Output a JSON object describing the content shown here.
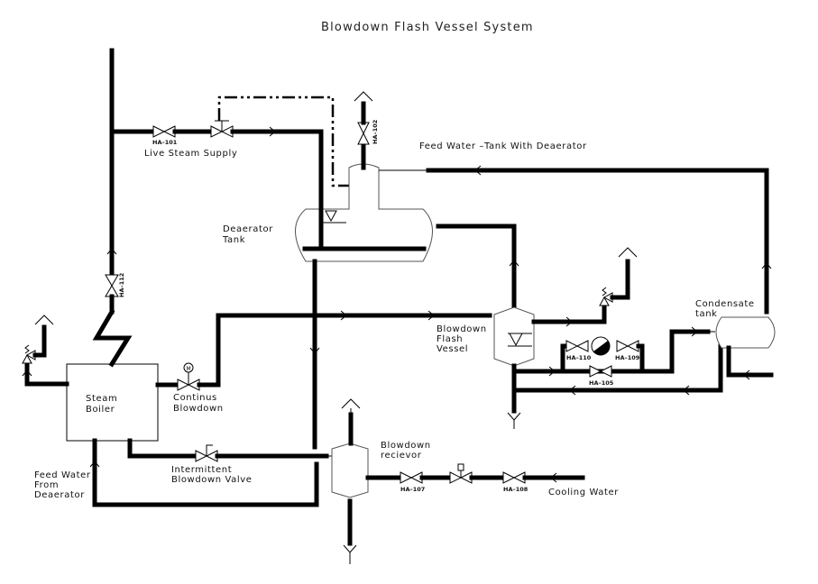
{
  "title": "Blowdown Flash Vessel System",
  "labels": {
    "live_steam_supply": "Live Steam Supply",
    "feed_water_tank": "Feed Water –Tank With Deaerator",
    "deaerator_tank_1": "Deaerator",
    "deaerator_tank_2": "Tank",
    "steam_boiler_1": "Steam",
    "steam_boiler_2": "Boiler",
    "continus_blowdown_1": "Continus",
    "continus_blowdown_2": "Blowdown",
    "blowdown_flash_vessel_1": "Blowdown",
    "blowdown_flash_vessel_2": "Flash",
    "blowdown_flash_vessel_3": "Vessel",
    "condensate_tank_1": "Condensate",
    "condensate_tank_2": "tank",
    "feed_water_from_deaerator_1": "Feed Water",
    "feed_water_from_deaerator_2": "From",
    "feed_water_from_deaerator_3": "Deaerator",
    "intermittent_blowdown_1": "Intermittent",
    "intermittent_blowdown_2": "Blowdown Valve",
    "blowdown_receiver_1": "Blowdown",
    "blowdown_receiver_2": "recievor",
    "cooling_water": "Cooling Water"
  },
  "valve_tags": {
    "ha101": "HA–101",
    "ha102": "HA–102",
    "ha112": "HA–112",
    "ha110": "HA–110",
    "ha109": "HA–109",
    "ha105": "HA–105",
    "ha107": "HA–107",
    "ha108": "HA–108"
  },
  "pump_symbol": "M"
}
